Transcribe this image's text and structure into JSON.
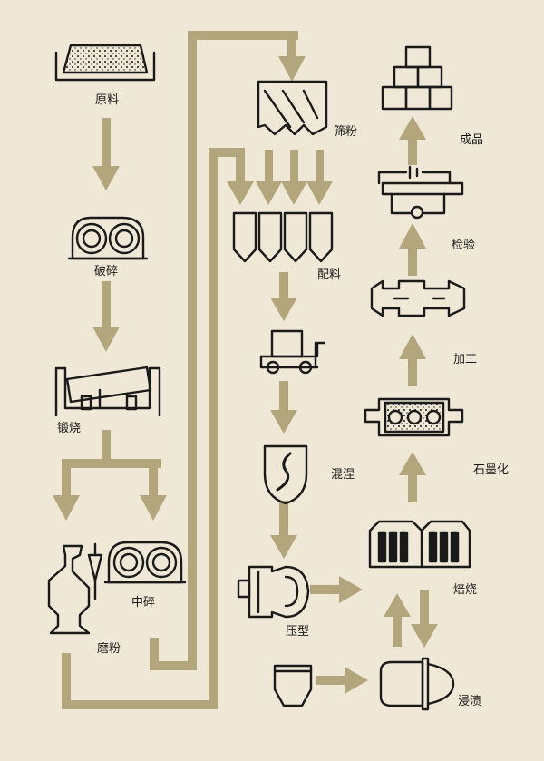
{
  "colors": {
    "background": "#efe8d6",
    "flow": "#b3a67c",
    "ink": "#1a1a1a"
  },
  "steps": {
    "raw_material": "原料",
    "crushing": "破碎",
    "calcination": "锻烧",
    "medium_crushing": "中碎",
    "grinding": "磨粉",
    "screening": "筛粉",
    "batching": "配料",
    "mixing": "混涅",
    "pressing": "压型",
    "baking": "焙烧",
    "impregnation": "浸渍",
    "graphitization": "石墨化",
    "machining": "加工",
    "inspection": "检验",
    "finished_product": "成品"
  }
}
